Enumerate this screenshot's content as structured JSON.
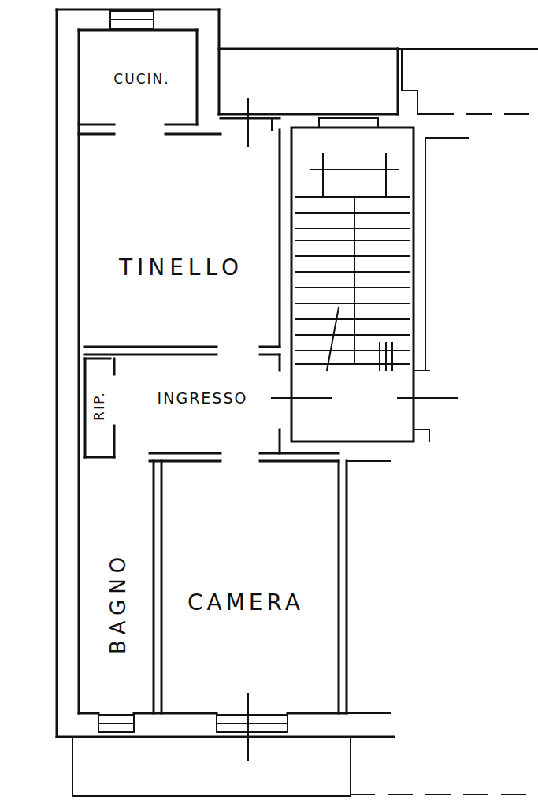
{
  "diagram": {
    "labels": [
      "CUCIN.",
      "TINELLO",
      "INGRESSO",
      "RIP.",
      "BAGNO",
      "CAMERA"
    ]
  }
}
